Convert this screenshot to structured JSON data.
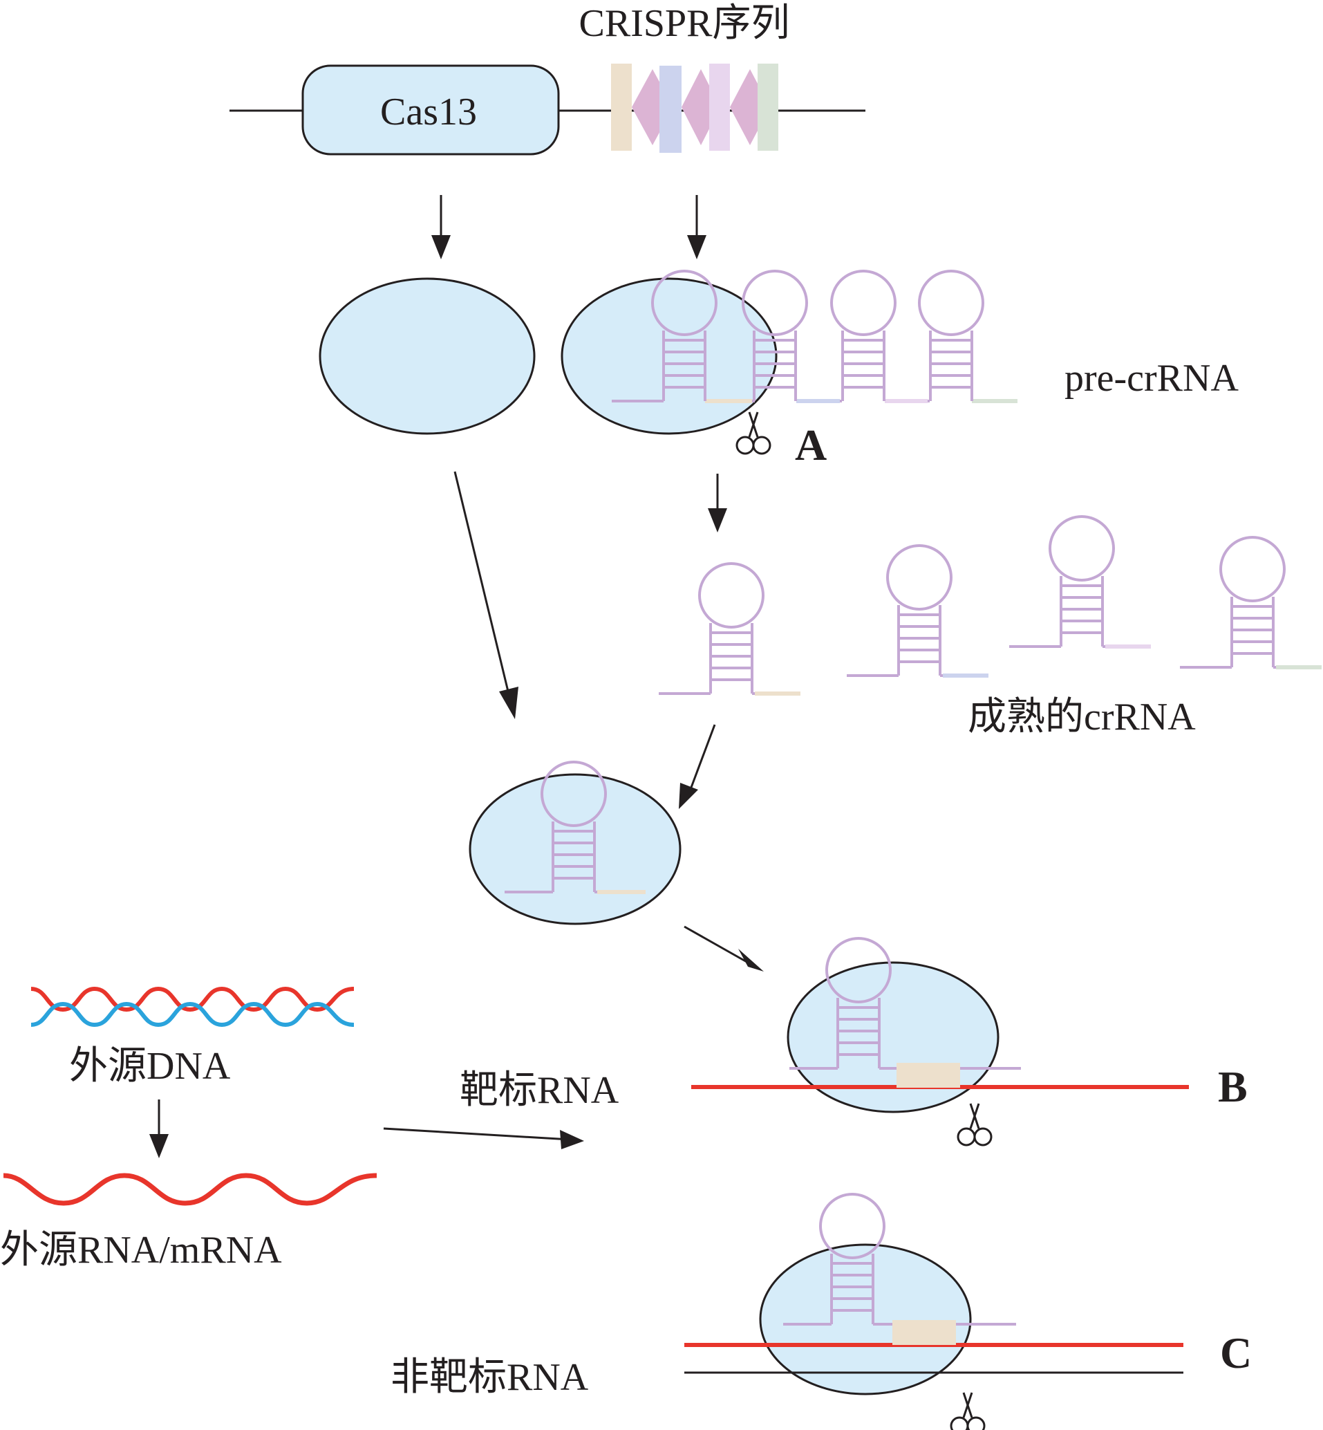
{
  "labels": {
    "crispr_array": "CRISPR序列",
    "cas13": "Cas13",
    "pre_crrna": "pre-crRNA",
    "mature_crrna": "成熟的crRNA",
    "foreign_dna": "外源DNA",
    "foreign_rna": "外源RNA/mRNA",
    "target_rna": "靶标RNA",
    "non_target_rna": "非靶标RNA",
    "mark_a": "A",
    "mark_b": "B",
    "mark_c": "C"
  },
  "colors": {
    "protein_fill": "#d6ecf9",
    "crrna": "#c4a8d4",
    "target_strand": "#e8352b",
    "dna_strand_blue": "#2aa3dc",
    "outline": "#231f20",
    "spacers": [
      "#ede0cc",
      "#ccd3ee",
      "#e8d6ee",
      "#d8e3d6"
    ],
    "repeats": "#dcb4d4"
  },
  "icons": {
    "cleavage": "scissors-icon"
  }
}
